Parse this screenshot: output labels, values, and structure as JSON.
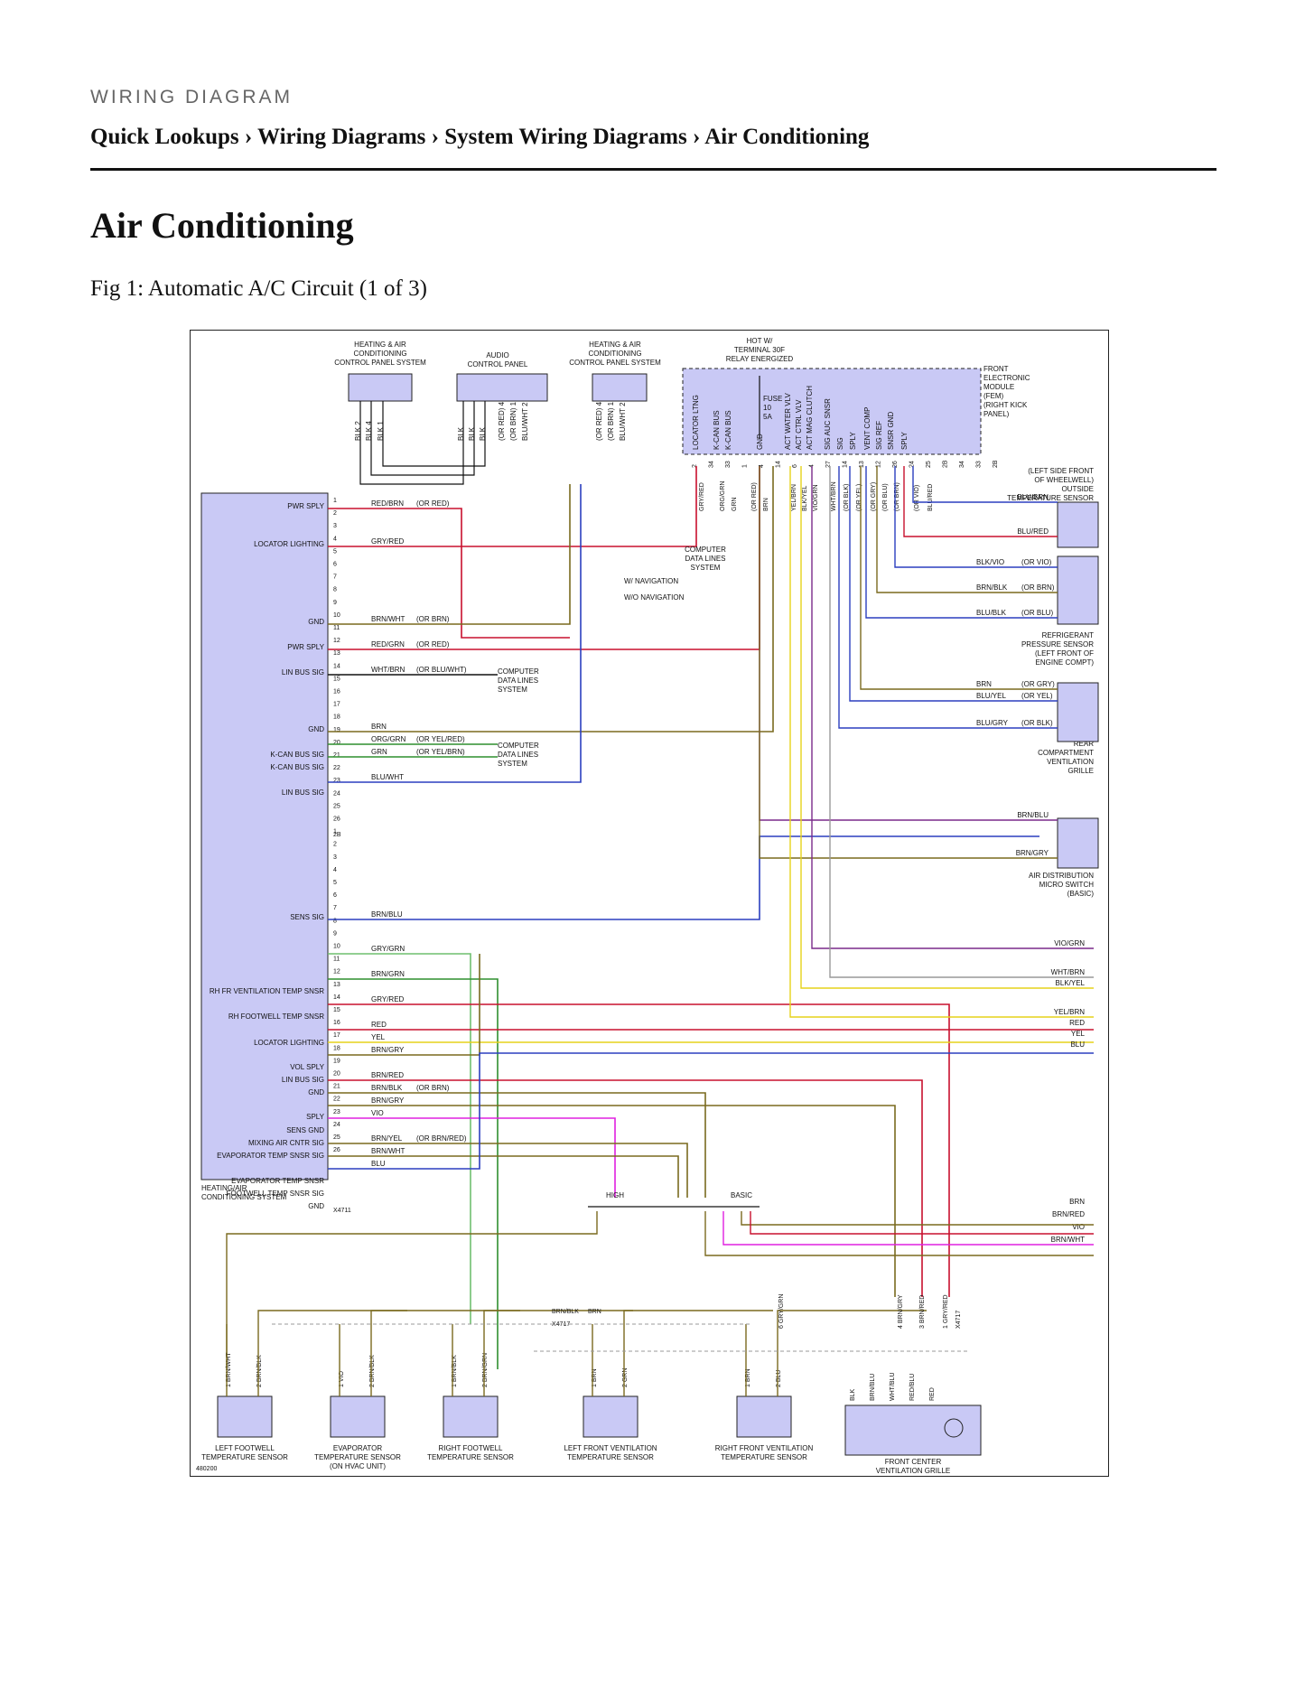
{
  "header": {
    "kicker": "WIRING DIAGRAM"
  },
  "breadcrumb": [
    "Quick Lookups",
    "Wiring Diagrams",
    "System Wiring Diagrams",
    "Air Conditioning"
  ],
  "breadcrumb_sep": " › ",
  "page_title": "Air Conditioning",
  "figure_caption": "Fig 1: Automatic A/C Circuit (1 of 3)",
  "diagram": {
    "top_components": {
      "hvac_panel": "HEATING & AIR\nCONDITIONING\nCONTROL PANEL SYSTEM",
      "audio": "AUDIO\nCONTROL PANEL",
      "hvac_panel2": "HEATING & AIR\nCONDITIONING\nCONTROL PANEL SYSTEM",
      "hot": "HOT W/\nTERMINAL 30F\nRELAY ENERGIZED",
      "fem": "FRONT\nELECTRONIC\nMODULE\n(FEM)\n(RIGHT KICK\nPANEL)",
      "fuse": "FUSE\n10\n5A"
    },
    "fem_pins": [
      "LOCATOR LTNG",
      "K-CAN BUS",
      "K-CAN BUS",
      "GND",
      "ACT WATER VLV",
      "ACT CTRL VLV",
      "ACT MAG CLUTCH",
      "SIG AUC SNSR",
      "SIG",
      "SPLY",
      "VENT COMP",
      "SIG REF",
      "SNSR GND",
      "SPLY"
    ],
    "fem_pin_numbers": [
      "2",
      "34",
      "33",
      "1",
      "4",
      "14",
      "6",
      "4",
      "27",
      "14",
      "13",
      "12",
      "26",
      "24",
      "25",
      "2B",
      "34",
      "33",
      "2B"
    ],
    "fem_wires": [
      "GRY/RED",
      "ORG/GRN",
      "GRN",
      "(OR RED)",
      "BRN",
      "YEL/BRN",
      "BLK/YEL",
      "VIO/GRN",
      "WHT/BRN",
      "(OR BLK)",
      "(OR YEL)",
      "(OR GRY)",
      "(OR BLU)",
      "(OR BRN)",
      "(OR VIO)",
      "BLU/RED",
      "BLU/BRN"
    ],
    "left_module": {
      "name": "HEATING/AIR\nCONDITIONING SYSTEM",
      "labels": [
        "PWR SPLY",
        "LOCATOR LIGHTING",
        "GND",
        "PWR SPLY",
        "LIN BUS SIG",
        "GND",
        "K-CAN BUS SIG",
        "K-CAN BUS SIG",
        "LIN BUS SIG",
        "SENS SIG",
        "RH FR VENTILATION TEMP SNSR",
        "RH FOOTWELL TEMP SNSR",
        "LOCATOR LIGHTING",
        "VOL SPLY",
        "LIN BUS SIG",
        "GND",
        "SPLY",
        "SENS GND",
        "MIXING AIR CNTR SIG",
        "EVAPORATOR TEMP SNSR SIG",
        "EVAPORATOR TEMP SNSR",
        "FOOTWELL TEMP SNSR SIG",
        "GND"
      ],
      "connector": "X4711"
    },
    "wire_labels": [
      "RED/BRN",
      "(OR RED)",
      "GRY/RED",
      "BRN/WHT",
      "(OR BRN)",
      "RED/GRN",
      "(OR RED)",
      "WHT/BRN",
      "(OR BLU/WHT)",
      "BRN",
      "ORG/GRN",
      "(OR YEL/RED)",
      "GRN",
      "(OR YEL/BRN)",
      "BLU/WHT",
      "BRN/BLU",
      "GRY/GRN",
      "BRN/GRN",
      "GRY/RED",
      "RED",
      "YEL",
      "BRN/GRY",
      "BRN/RED",
      "BRN/BLK",
      "(OR BRN)",
      "BRN/GRY",
      "VIO",
      "BRN/YEL",
      "(OR BRN/RED)",
      "BRN/WHT",
      "BLU"
    ],
    "notes": {
      "computer_data_lines": "COMPUTER\nDATA LINES\nSYSTEM",
      "w_nav": "W/ NAVIGATION",
      "wo_nav": "W/O NAVIGATION",
      "high": "HIGH",
      "basic": "BASIC"
    },
    "right_components": {
      "outside_temp": "(LEFT SIDE FRONT\nOF WHEELWELL)\nOUTSIDE\nTEMPERATURE SENSOR",
      "refrig": "REFRIGERANT\nPRESSURE SENSOR\n(LEFT FRONT OF\nENGINE COMPT)",
      "rear_grille": "REAR\nCOMPARTMENT\nVENTILATION\nGRILLE",
      "air_switch": "AIR DISTRIBUTION\nMICRO SWITCH\n(BASIC)"
    },
    "right_wires": [
      "BLU/BRN",
      "BLU/RED",
      "BLK/VIO",
      "(OR VIO)",
      "BRN/BLK",
      "(OR BRN)",
      "BLU/BLK",
      "(OR BLU)",
      "BRN",
      "(OR GRY)",
      "BLU/YEL",
      "(OR YEL)",
      "BLU/GRY",
      "(OR BLK)",
      "BRN/BLU",
      "BRN/GRY"
    ],
    "right_out": [
      "VIO/GRN",
      "WHT/BRN",
      "BLK/YEL",
      "YEL/BRN",
      "RED",
      "YEL",
      "BLU",
      "BRN",
      "BRN/RED",
      "VIO",
      "BRN/WHT"
    ],
    "bottom_sensors": [
      {
        "name": "LEFT FOOTWELL\nTEMPERATURE SENSOR",
        "w1": "BRN/WHT",
        "w2": "BRN/BLK"
      },
      {
        "name": "EVAPORATOR\nTEMPERATURE SENSOR\n(ON HVAC UNIT)",
        "w1": "VIO",
        "w2": "BRN/BLK"
      },
      {
        "name": "RIGHT FOOTWELL\nTEMPERATURE SENSOR",
        "w1": "BRN/BLK",
        "w2": "BRN/GRN"
      },
      {
        "name": "LEFT FRONT VENTILATION\nTEMPERATURE SENSOR",
        "w1": "BRN",
        "w2": "GRN"
      },
      {
        "name": "RIGHT FRONT VENTILATION\nTEMPERATURE SENSOR",
        "w1": "BRN",
        "w2": "BLU"
      }
    ],
    "front_grille": {
      "name": "FRONT CENTER\nVENTILATION GRILLE",
      "wires": [
        "BLK",
        "BRN/BLU",
        "WHT/BLU",
        "RED/BLU",
        "RED"
      ]
    },
    "bottom_misc": {
      "x4717": "X4717",
      "brn_blk": "BRN/BLK",
      "brn": "BRN",
      "gry_grn": "6 GRY/GRN",
      "brn_gry": "4 BRN/GRY",
      "brn_red": "3 BRN/RED",
      "gry_red": "1 GRY/RED"
    },
    "figure_id": "480200"
  }
}
